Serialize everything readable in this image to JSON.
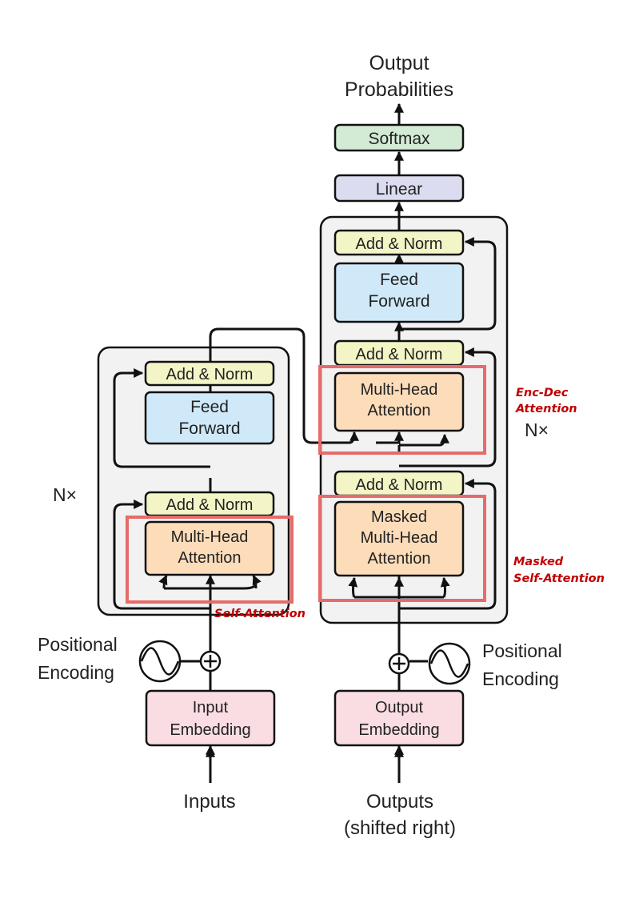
{
  "colors": {
    "add_norm": "#f3f5c6",
    "feed_forward": "#cfe9f8",
    "attention": "#fcdcb9",
    "embedding": "#f9dde3",
    "softmax": "#d3ead4",
    "linear": "#dcdcf0",
    "stack_background": "#f2f2f2",
    "highlight": "#e86a6a",
    "highlight_label": "#c00000"
  },
  "output": {
    "line1": "Output",
    "line2": "Probabilities"
  },
  "softmax": {
    "label": "Softmax"
  },
  "linear": {
    "label": "Linear"
  },
  "encoder": {
    "nx_label": "N×",
    "add_norm_top": "Add & Norm",
    "feed_forward": {
      "line1": "Feed",
      "line2": "Forward"
    },
    "add_norm_bottom": "Add & Norm",
    "attention": {
      "line1": "Multi-Head",
      "line2": "Attention"
    },
    "highlight_label": "Self-Attention"
  },
  "decoder": {
    "nx_label": "N×",
    "add_norm_top": "Add & Norm",
    "feed_forward": {
      "line1": "Feed",
      "line2": "Forward"
    },
    "add_norm_middle": "Add & Norm",
    "cross_attention": {
      "line1": "Multi-Head",
      "line2": "Attention"
    },
    "cross_highlight_label": {
      "line1": "Enc-Dec",
      "line2": "Attention"
    },
    "add_norm_bottom": "Add & Norm",
    "masked_attention": {
      "line1": "Masked",
      "line2": "Multi-Head",
      "line3": "Attention"
    },
    "masked_highlight_label": {
      "line1": "Masked",
      "line2": "Self-Attention"
    }
  },
  "positional_encoding_left": {
    "line1": "Positional",
    "line2": "Encoding"
  },
  "positional_encoding_right": {
    "line1": "Positional",
    "line2": "Encoding"
  },
  "input_embedding": {
    "line1": "Input",
    "line2": "Embedding"
  },
  "output_embedding": {
    "line1": "Output",
    "line2": "Embedding"
  },
  "inputs": {
    "label": "Inputs"
  },
  "outputs": {
    "line1": "Outputs",
    "line2": "(shifted right)"
  }
}
